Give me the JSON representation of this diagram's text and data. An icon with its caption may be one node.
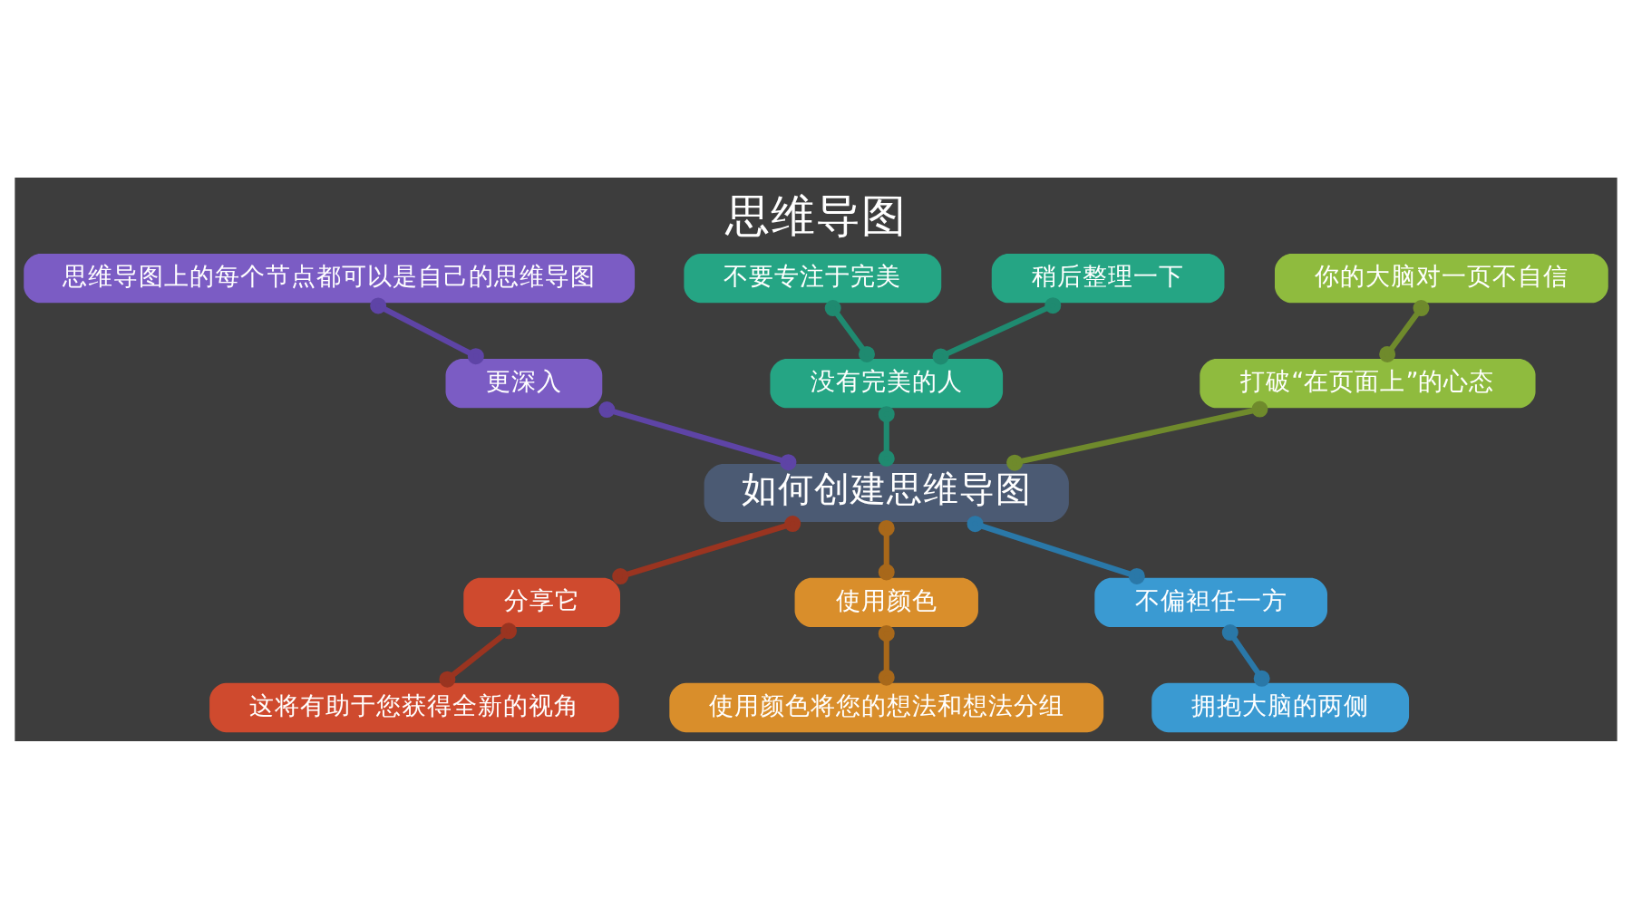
{
  "diagram": {
    "title": "思维导图",
    "nodes": [
      {
        "text": [
          "如何创建思维导图"
        ]
      },
      {
        "text": [
          "更深入"
        ]
      },
      {
        "text": [
          "思维导图上的每个节点都可以是自己的思维导图"
        ]
      },
      {
        "text": [
          "没有完美的人"
        ]
      },
      {
        "text": [
          "不要专注于完美"
        ]
      },
      {
        "text": [
          "稍后整理一下"
        ]
      },
      {
        "text": [
          "打破“在页面上”的心态"
        ]
      },
      {
        "text": [
          "你的大脑对一页不自信"
        ]
      },
      {
        "text": [
          "分享它"
        ]
      },
      {
        "text": [
          "这将有助于您获得全新的视角"
        ]
      },
      {
        "text": [
          "使用颜色"
        ]
      },
      {
        "text": [
          "使用颜色将您的想法和想法分组"
        ]
      },
      {
        "text": [
          "不偏袒任一方"
        ]
      },
      {
        "text": [
          "拥抱大脑的两侧"
        ]
      }
    ],
    "edges": [
      {
        "from": 2,
        "to": 1,
        "arrow": "other",
        "color": "#5e44a6"
      },
      {
        "from": 1,
        "to": 0,
        "arrow": "other",
        "color": "#5e44a6"
      },
      {
        "from": 4,
        "to": 3,
        "arrow": "other",
        "color": "#1f8a70"
      },
      {
        "from": 5,
        "to": 3,
        "arrow": "other",
        "color": "#1f8a70"
      },
      {
        "from": 3,
        "to": 0,
        "arrow": "other",
        "color": "#1f8a70"
      },
      {
        "from": 7,
        "to": 6,
        "arrow": "other",
        "color": "#6f8a2c"
      },
      {
        "from": 6,
        "to": 0,
        "arrow": "other",
        "color": "#6f8a2c"
      },
      {
        "from": 0,
        "to": 8,
        "arrow": "other",
        "color": "#9a3420"
      },
      {
        "from": 8,
        "to": 9,
        "arrow": "other",
        "color": "#9a3420"
      },
      {
        "from": 0,
        "to": 10,
        "arrow": "other",
        "color": "#a8681a"
      },
      {
        "from": 10,
        "to": 11,
        "arrow": "other",
        "color": "#a8681a"
      },
      {
        "from": 0,
        "to": 12,
        "arrow": "other",
        "color": "#2a78a8"
      },
      {
        "from": 12,
        "to": 13,
        "arrow": "other",
        "color": "#2a78a8"
      }
    ]
  }
}
